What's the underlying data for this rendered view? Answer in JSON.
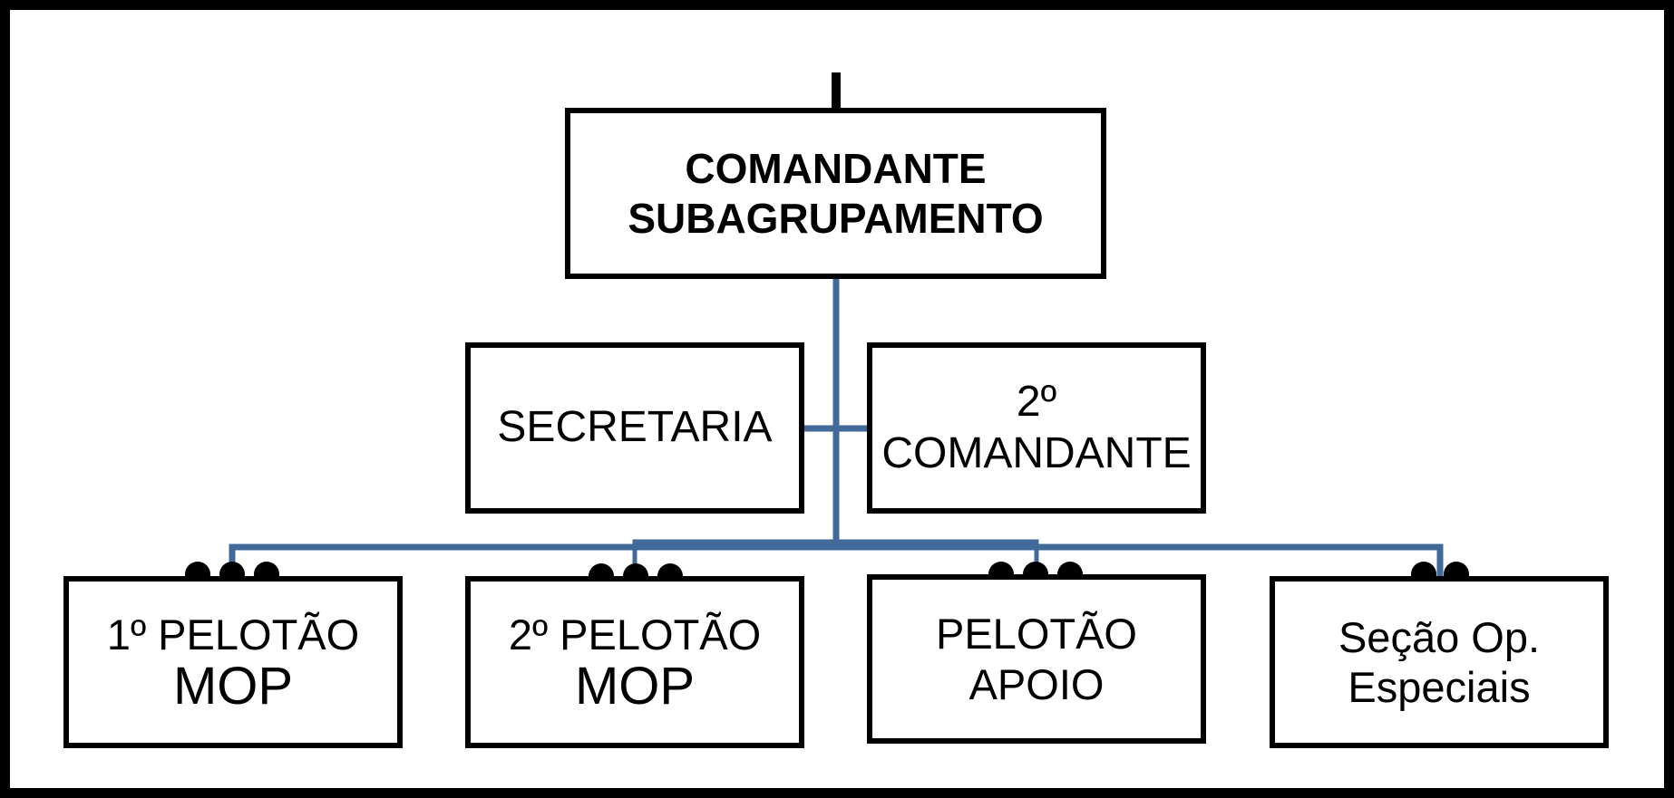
{
  "colors": {
    "frame": "#000000",
    "box_border": "#000000",
    "connector": "#41699A",
    "symbol": "#000000"
  },
  "nodes": {
    "commander": {
      "line1": "COMANDANTE",
      "line2": "SUBAGRUPAMENTO",
      "symbol": "vertical-bar"
    },
    "secretaria": {
      "line1": "SECRETARIA"
    },
    "second_commander": {
      "line1": "2º",
      "line2": "COMANDANTE"
    },
    "pelotao_1": {
      "line1": "1º PELOTÃO",
      "line2": "MOP",
      "symbol": "three-dots"
    },
    "pelotao_2": {
      "line1": "2º PELOTÃO",
      "line2": "MOP",
      "symbol": "three-dots"
    },
    "pelotao_apoio": {
      "line1": "PELOTÃO",
      "line2": "APOIO",
      "symbol": "three-dots"
    },
    "secao_especiais": {
      "line1": "Seção Op.",
      "line2": "Especiais",
      "symbol": "two-dots"
    }
  }
}
